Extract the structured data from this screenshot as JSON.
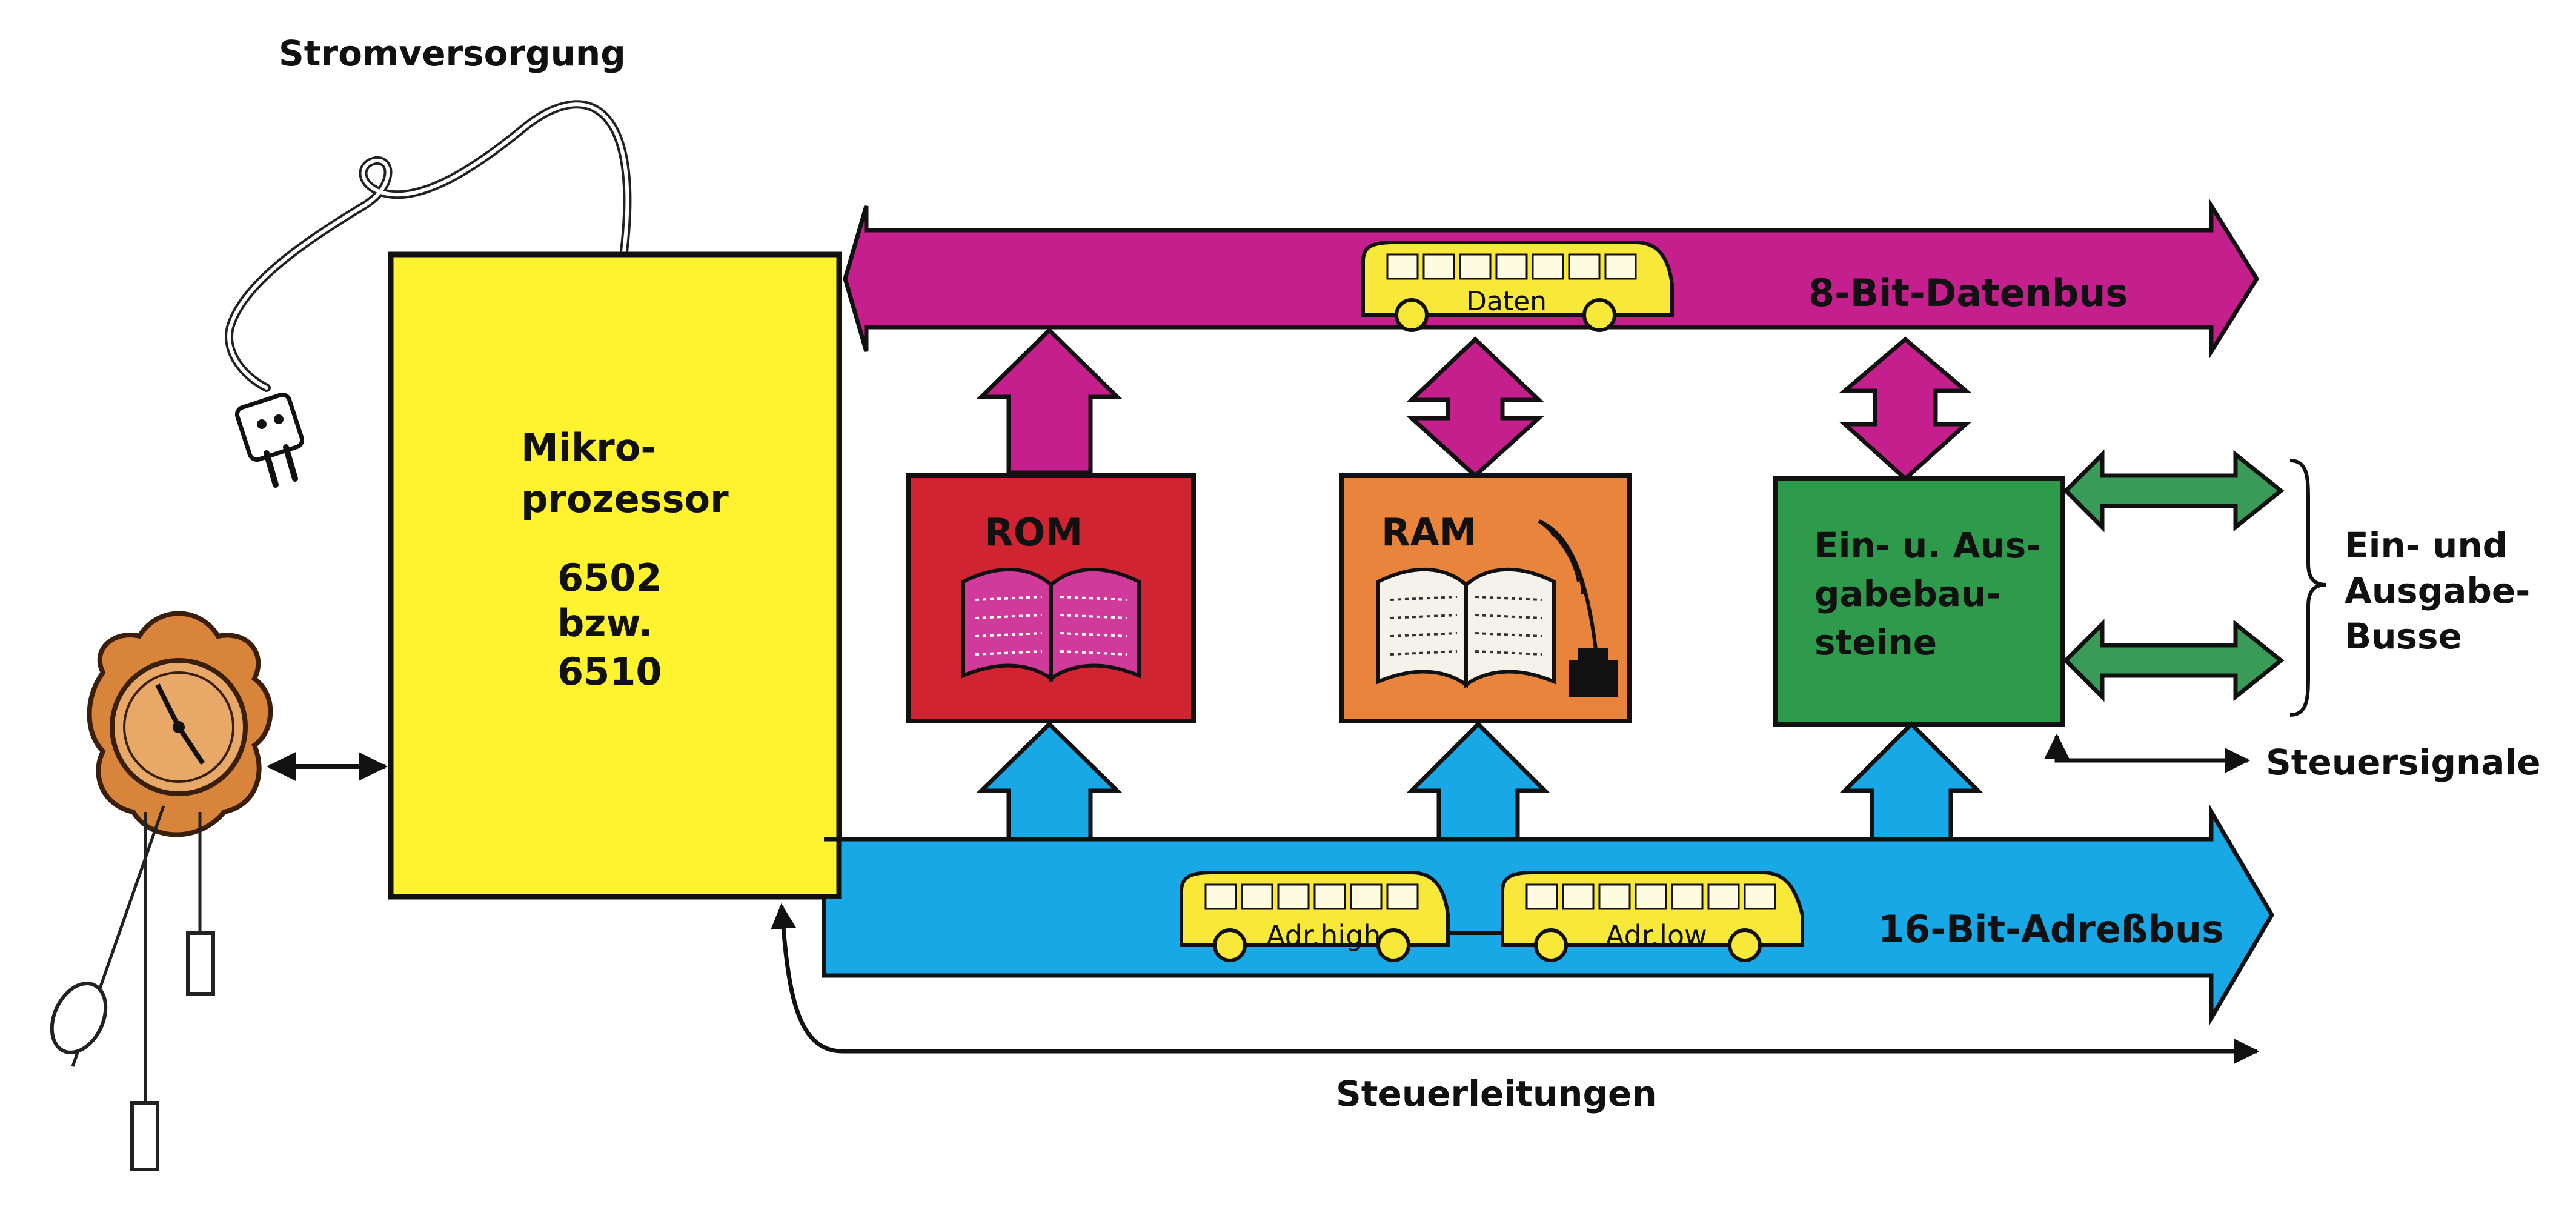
{
  "labels": {
    "power_supply": "Stromversorgung",
    "cpu_line1": "Mikro-",
    "cpu_line2": "prozessor",
    "cpu_line3": "6502",
    "cpu_line4": "bzw.",
    "cpu_line5": "6510",
    "rom": "ROM",
    "ram": "RAM",
    "io_line1": "Ein- u. Aus-",
    "io_line2": "gabebau-",
    "io_line3": "steine",
    "data_bus": "8-Bit-Datenbus",
    "address_bus": "16-Bit-Adreßbus",
    "io_buses_line1": "Ein- und",
    "io_buses_line2": "Ausgabe-",
    "io_buses_line3": "Busse",
    "control_signals": "Steuersignale",
    "control_lines": "Steuerleitungen",
    "bus_data": "Daten",
    "bus_adr_high": "Adr.high",
    "bus_adr_low": "Adr.low"
  },
  "colors": {
    "cpu": "#fff22e",
    "data_bus": "#c41f8c",
    "address_bus": "#19a8e6",
    "rom": "#d12432",
    "ram": "#e8843c",
    "io": "#2e9a4c",
    "io_arrows": "#3a9a58",
    "bus_vehicle": "#f7e83a",
    "clock": "#d8843a",
    "book_rom": "#d03a9a",
    "book_ram": "#f4f2ea"
  }
}
